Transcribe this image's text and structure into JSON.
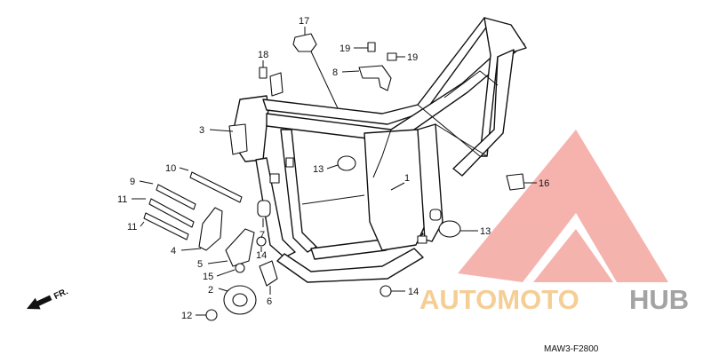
{
  "diagram": {
    "code": "MAW3-F2800",
    "direction_label": "FR.",
    "callouts": [
      {
        "id": "c1",
        "label": "1"
      },
      {
        "id": "c2",
        "label": "2"
      },
      {
        "id": "c3",
        "label": "3"
      },
      {
        "id": "c4",
        "label": "4"
      },
      {
        "id": "c5",
        "label": "5"
      },
      {
        "id": "c6",
        "label": "6"
      },
      {
        "id": "c7",
        "label": "7"
      },
      {
        "id": "c8",
        "label": "8"
      },
      {
        "id": "c9",
        "label": "9"
      },
      {
        "id": "c10",
        "label": "10"
      },
      {
        "id": "c11a",
        "label": "11"
      },
      {
        "id": "c11b",
        "label": "11"
      },
      {
        "id": "c12",
        "label": "12"
      },
      {
        "id": "c13a",
        "label": "13"
      },
      {
        "id": "c13b",
        "label": "13"
      },
      {
        "id": "c14a",
        "label": "14"
      },
      {
        "id": "c14b",
        "label": "14"
      },
      {
        "id": "c15",
        "label": "15"
      },
      {
        "id": "c16",
        "label": "16"
      },
      {
        "id": "c17",
        "label": "17"
      },
      {
        "id": "c18",
        "label": "18"
      },
      {
        "id": "c19a",
        "label": "19"
      },
      {
        "id": "c19b",
        "label": "19"
      }
    ]
  },
  "watermark": {
    "part1": "AUTOMOTO",
    "part2": "HUB",
    "color_primary": "#f4a6a0",
    "color_secondary": "#f5c98a",
    "color_text2": "#9a9a9a"
  }
}
